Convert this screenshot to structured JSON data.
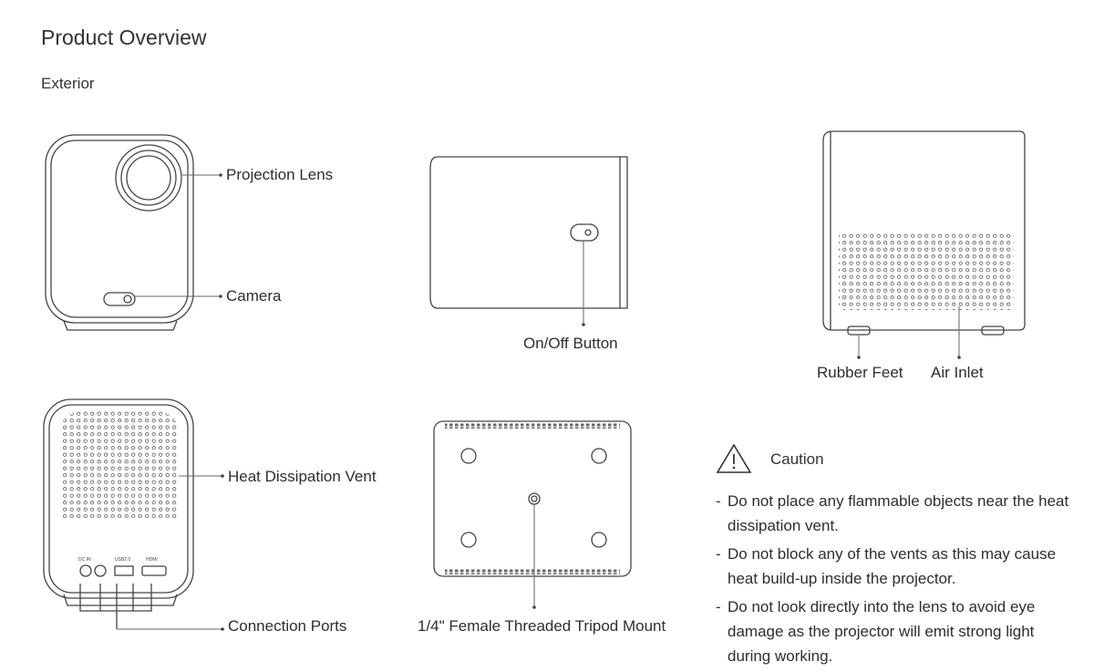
{
  "page": {
    "title": "Product Overview",
    "section": "Exterior"
  },
  "labels": {
    "projection_lens": "Projection Lens",
    "camera": "Camera",
    "on_off_button": "On/Off Button",
    "rubber_feet": "Rubber Feet",
    "air_inlet": "Air Inlet",
    "heat_vent": "Heat Dissipation Vent",
    "connection_ports": "Connection Ports",
    "tripod_mount": "1/4\" Female Threaded Tripod Mount"
  },
  "ports": {
    "dc_in": "DC IN",
    "usb": "USB2.0",
    "hdmi": "HDMI"
  },
  "caution": {
    "title": "Caution",
    "icon": "warning-triangle-icon",
    "items": [
      "Do not place any flammable objects near the heat dissipation vent.",
      "Do not block any of the vents as this may cause heat build-up inside the projector.",
      "Do not look directly into the lens to avoid eye damage as the projector will emit strong light during working."
    ]
  }
}
